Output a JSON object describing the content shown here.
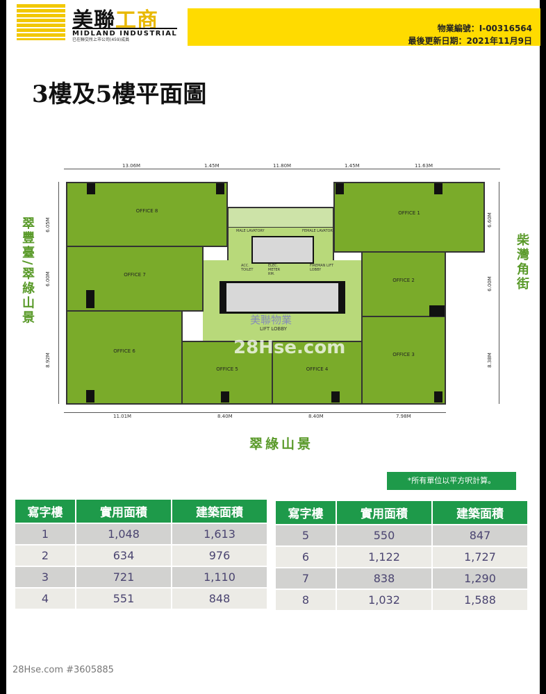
{
  "header": {
    "logo_cn_black": "美聯",
    "logo_cn_gold": "工商",
    "logo_en": "MIDLAND INDUSTRIAL",
    "logo_sub": "已在聯交所上市公司(459)成員",
    "property_no": "物業編號：I-00316564",
    "updated": "最後更新日期：2021年11月9日"
  },
  "title": "3樓及5樓平面圖",
  "plan": {
    "offices": [
      "OFFICE 8",
      "OFFICE 7",
      "OFFICE 6",
      "OFFICE 5",
      "OFFICE 4",
      "OFFICE 3",
      "OFFICE 2",
      "OFFICE 1"
    ],
    "core_labels": {
      "lavatory_left": "MALE LAVATORY",
      "lavatory_right": "FEMALE LAVATORY",
      "toilet": "ACC. TOILET",
      "elec": "ELEC. METER RM.",
      "fireman": "FIREMAN LIFT LOBBY",
      "lobby": "LIFT LOBBY"
    },
    "dims_top": [
      "13.06M",
      "1.45M",
      "11.80M",
      "1.45M",
      "11.63M"
    ],
    "dims_bottom": [
      "11.01M",
      "8.40M",
      "8.40M",
      "7.98M"
    ],
    "dims_left": [
      "6.05M",
      "6.00M",
      "8.92M"
    ],
    "dims_right": [
      "6.60M",
      "6.00M",
      "8.38M"
    ],
    "street_left": "翠豐臺/翠綠山景",
    "street_right": "柴灣角街",
    "street_bottom": "翠綠山景",
    "watermark_cn": "美聯物業",
    "watermark_site": "28Hse.com"
  },
  "note": "*所有單位以平方呎計算。",
  "table_headers": [
    "寫字樓",
    "實用面積",
    "建築面積"
  ],
  "table_left": [
    [
      "1",
      "1,048",
      "1,613"
    ],
    [
      "2",
      "634",
      "976"
    ],
    [
      "3",
      "721",
      "1,110"
    ],
    [
      "4",
      "551",
      "848"
    ]
  ],
  "table_right": [
    [
      "5",
      "550",
      "847"
    ],
    [
      "6",
      "1,122",
      "1,727"
    ],
    [
      "7",
      "838",
      "1,290"
    ],
    [
      "8",
      "1,032",
      "1,588"
    ]
  ],
  "footer": "28Hse.com #3605885"
}
